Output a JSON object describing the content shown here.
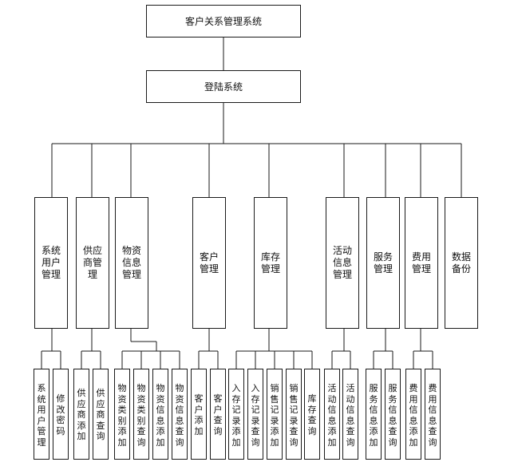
{
  "root": {
    "label": "客户关系管理系统"
  },
  "login": {
    "label": "登陆系统"
  },
  "modules": [
    {
      "label": "系统用户管理",
      "children": [
        "系统用户管理",
        "修改密码"
      ]
    },
    {
      "label": "供应商管理",
      "children": [
        "供应商添加",
        "供应商查询"
      ]
    },
    {
      "label": "物资信息管理",
      "children": [
        "物资类别添加",
        "物资类别查询",
        "物资信息添加",
        "物资信息查询"
      ]
    },
    {
      "label": "客户管理",
      "children": [
        "客户添加",
        "客户查询"
      ]
    },
    {
      "label": "库存管理",
      "children": [
        "入存记录添加",
        "入存记录查询",
        "销售记录添加",
        "销售记录查询",
        "库存查询"
      ]
    },
    {
      "label": "活动信息管理",
      "children": [
        "活动信息添加",
        "活动信息查询"
      ]
    },
    {
      "label": "服务管理",
      "children": [
        "服务信息添加",
        "服务信息查询"
      ]
    },
    {
      "label": "费用管理",
      "children": [
        "费用信息添加",
        "费用信息查询"
      ]
    },
    {
      "label": "数据备份",
      "children": []
    }
  ]
}
